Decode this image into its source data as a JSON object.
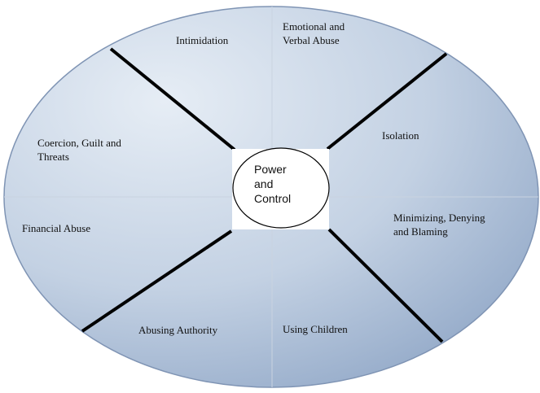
{
  "colors": {
    "ellipse_light": "#e6edf5",
    "ellipse_dark": "#8fa6c6",
    "ellipse_edge": "#7f94b4",
    "divider": "#000000",
    "center_box": "#ffffff"
  },
  "center": {
    "line1": "Power",
    "line2": "and",
    "line3": "Control"
  },
  "sections": {
    "intimidation": [
      "Intimidation"
    ],
    "emotional": [
      "Emotional and",
      "Verbal Abuse"
    ],
    "isolation": [
      "Isolation"
    ],
    "coercion": [
      "Coercion, Guilt and",
      "Threats"
    ],
    "financial": [
      "Financial Abuse"
    ],
    "minimizing": [
      "Minimizing, Denying",
      "and Blaming"
    ],
    "authority": [
      "Abusing Authority"
    ],
    "children": [
      "Using Children"
    ]
  }
}
